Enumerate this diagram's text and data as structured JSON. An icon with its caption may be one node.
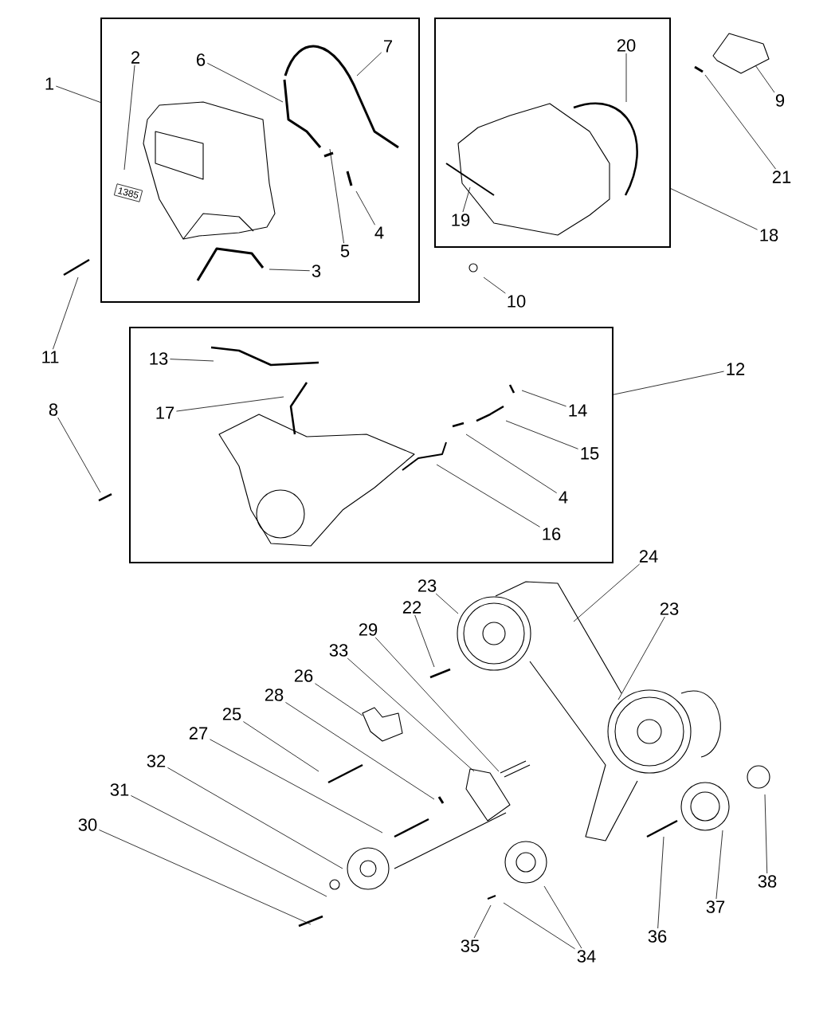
{
  "diagram": {
    "nodes": [
      {
        "text": [],
        "shape": "box"
      },
      {
        "text": [
          "1"
        ]
      },
      {
        "text": [
          "2"
        ],
        "in": 0
      },
      {
        "text": [
          "6"
        ],
        "in": 0
      },
      {
        "text": [
          "7"
        ],
        "in": 0
      },
      {
        "text": [
          "5"
        ],
        "in": 0
      },
      {
        "text": [
          "4"
        ],
        "in": 0
      },
      {
        "text": [
          "3"
        ],
        "in": 0
      },
      {
        "text": [],
        "shape": "box"
      },
      {
        "text": [
          "20"
        ],
        "in": 8
      },
      {
        "text": [
          "19"
        ],
        "in": 8
      },
      {
        "text": [
          "9"
        ]
      },
      {
        "text": [
          "21"
        ]
      },
      {
        "text": [
          "18"
        ]
      },
      {
        "text": [
          "11"
        ]
      },
      {
        "text": [
          "10"
        ]
      },
      {
        "text": [],
        "shape": "box"
      },
      {
        "text": [
          "13"
        ],
        "in": 16
      },
      {
        "text": [
          "17"
        ],
        "in": 16
      },
      {
        "text": [
          "14"
        ],
        "in": 16
      },
      {
        "text": [
          "15"
        ],
        "in": 16
      },
      {
        "text": [
          "4"
        ],
        "in": 16
      },
      {
        "text": [
          "16"
        ],
        "in": 16
      },
      {
        "text": [
          "8"
        ]
      },
      {
        "text": [
          "12"
        ]
      },
      {
        "text": [
          "24"
        ]
      },
      {
        "text": [
          "23"
        ]
      },
      {
        "text": [
          "23"
        ]
      },
      {
        "text": [
          "22"
        ]
      },
      {
        "text": [
          "29"
        ]
      },
      {
        "text": [
          "33"
        ]
      },
      {
        "text": [
          "26"
        ]
      },
      {
        "text": [
          "28"
        ]
      },
      {
        "text": [
          "25"
        ]
      },
      {
        "text": [
          "27"
        ]
      },
      {
        "text": [
          "32"
        ]
      },
      {
        "text": [
          "31"
        ]
      },
      {
        "text": [
          "30"
        ]
      },
      {
        "text": [
          "35"
        ]
      },
      {
        "text": [
          "34"
        ]
      },
      {
        "text": [
          "36"
        ]
      },
      {
        "text": [
          "37"
        ]
      },
      {
        "text": [
          "38"
        ]
      }
    ],
    "edges": [
      {
        "from": 1,
        "to": 0,
        "arrow": "none"
      },
      {
        "from": 2,
        "to": null,
        "arrow": "none"
      },
      {
        "from": 3,
        "to": null,
        "arrow": "none"
      },
      {
        "from": 4,
        "to": null,
        "arrow": "none"
      },
      {
        "from": 5,
        "to": null,
        "arrow": "none"
      },
      {
        "from": 6,
        "to": null,
        "arrow": "none"
      },
      {
        "from": 7,
        "to": null,
        "arrow": "none"
      },
      {
        "from": 9,
        "to": null,
        "arrow": "none"
      },
      {
        "from": 10,
        "to": null,
        "arrow": "none"
      },
      {
        "from": 11,
        "to": null,
        "arrow": "none"
      },
      {
        "from": 12,
        "to": null,
        "arrow": "none"
      },
      {
        "from": 13,
        "to": 8,
        "arrow": "none"
      },
      {
        "from": 14,
        "to": null,
        "arrow": "none"
      },
      {
        "from": 15,
        "to": null,
        "arrow": "none"
      },
      {
        "from": 17,
        "to": null,
        "arrow": "none"
      },
      {
        "from": 18,
        "to": null,
        "arrow": "none"
      },
      {
        "from": 19,
        "to": null,
        "arrow": "none"
      },
      {
        "from": 20,
        "to": null,
        "arrow": "none"
      },
      {
        "from": 21,
        "to": null,
        "arrow": "none"
      },
      {
        "from": 22,
        "to": null,
        "arrow": "none"
      },
      {
        "from": 23,
        "to": null,
        "arrow": "none"
      },
      {
        "from": 24,
        "to": 16,
        "arrow": "none"
      },
      {
        "from": 25,
        "to": null,
        "arrow": "none"
      },
      {
        "from": 26,
        "to": null,
        "arrow": "none"
      },
      {
        "from": 27,
        "to": null,
        "arrow": "none"
      },
      {
        "from": 28,
        "to": null,
        "arrow": "none"
      },
      {
        "from": 29,
        "to": null,
        "arrow": "none"
      },
      {
        "from": 30,
        "to": null,
        "arrow": "none"
      },
      {
        "from": 31,
        "to": null,
        "arrow": "none"
      },
      {
        "from": 32,
        "to": null,
        "arrow": "none"
      },
      {
        "from": 33,
        "to": null,
        "arrow": "none"
      },
      {
        "from": 34,
        "to": null,
        "arrow": "none"
      },
      {
        "from": 35,
        "to": null,
        "arrow": "none"
      },
      {
        "from": 36,
        "to": null,
        "arrow": "none"
      },
      {
        "from": 37,
        "to": null,
        "arrow": "none"
      },
      {
        "from": 38,
        "to": null,
        "arrow": "none"
      },
      {
        "from": 39,
        "to": null,
        "arrow": "none"
      },
      {
        "from": 39,
        "to": null,
        "arrow": "none"
      },
      {
        "from": 40,
        "to": null,
        "arrow": "none"
      },
      {
        "from": 41,
        "to": null,
        "arrow": "none"
      },
      {
        "from": 42,
        "to": null,
        "arrow": "none"
      }
    ],
    "labels": [
      "1385"
    ]
  }
}
